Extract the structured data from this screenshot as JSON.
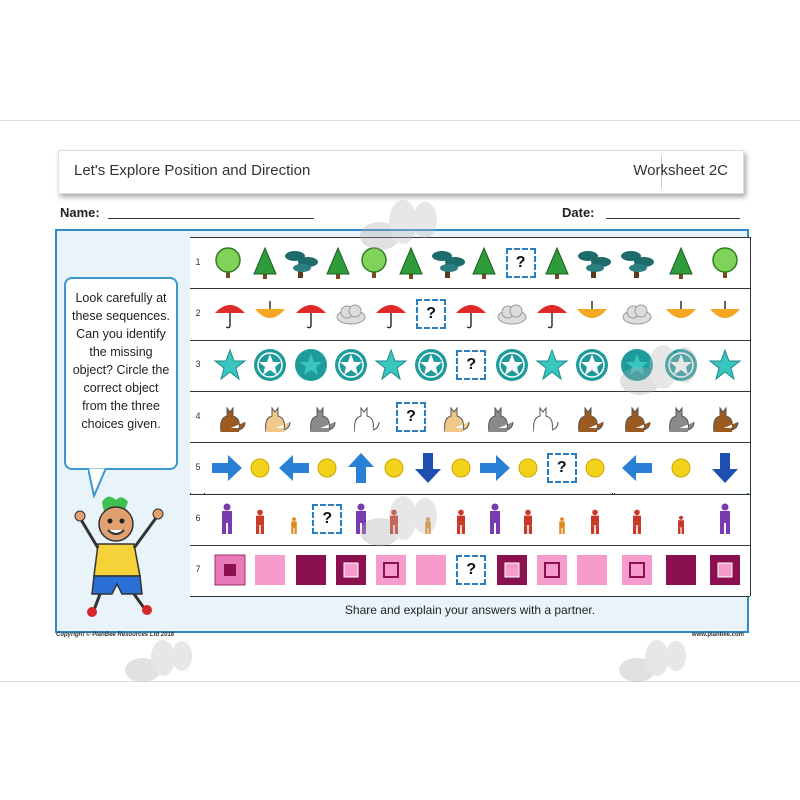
{
  "header": {
    "title": "Let's Explore Position and Direction",
    "worksheet": "Worksheet 2C"
  },
  "fields": {
    "name_label": "Name:",
    "date_label": "Date:"
  },
  "instructions": "Look carefully at these sequences. Can you identify the missing object? Circle the correct object from the three choices given.",
  "rows": [
    {
      "num": "1",
      "sequence": [
        "tree-round",
        "tree-pine",
        "bonsai",
        "tree-pine",
        "tree-round",
        "tree-pine",
        "bonsai",
        "tree-pine",
        "?",
        "tree-pine",
        "bonsai"
      ],
      "choices": [
        "bonsai",
        "tree-pine",
        "tree-round"
      ]
    },
    {
      "num": "2",
      "sequence": [
        "umbrella-red",
        "umbrella-orange",
        "umbrella-red",
        "cloud",
        "umbrella-red",
        "?",
        "umbrella-red",
        "cloud",
        "umbrella-red",
        "umbrella-orange"
      ],
      "choices": [
        "cloud",
        "umbrella-orange",
        "umbrella-orange"
      ]
    },
    {
      "num": "3",
      "sequence": [
        "star",
        "star-circle",
        "star-circle-teal",
        "star-circle",
        "star",
        "star-circle",
        "?",
        "star-circle",
        "star",
        "star-circle"
      ],
      "choices": [
        "star-circle-teal",
        "star-circle",
        "star"
      ]
    },
    {
      "num": "4",
      "sequence": [
        "cat-brown",
        "cat-tan",
        "cat-grey",
        "cat-white",
        "?",
        "cat-tan",
        "cat-grey",
        "cat-white",
        "cat-brown"
      ],
      "choices": [
        "cat-brown",
        "cat-grey",
        "cat-brown"
      ]
    },
    {
      "num": "5",
      "sequence": [
        "arrow-right",
        "dot",
        "arrow-left",
        "dot",
        "arrow-up",
        "dot",
        "arrow-down",
        "dot",
        "arrow-right",
        "dot",
        "?",
        "dot"
      ],
      "choices": [
        "arrow-left",
        "dot",
        "arrow-down"
      ]
    },
    {
      "num": "6",
      "sequence": [
        "person-purple",
        "person-red",
        "person-orange",
        "?",
        "person-purple",
        "person-red",
        "person-orange",
        "person-red",
        "person-purple",
        "person-red",
        "person-orange",
        "person-red"
      ],
      "choices": [
        "person-red",
        "person-red-small",
        "person-purple"
      ]
    },
    {
      "num": "7",
      "sequence": [
        "sq-magenta-inner",
        "sq-pink",
        "sq-maroon",
        "sq-maroon-inner",
        "sq-pink-inner",
        "sq-pink",
        "?",
        "sq-maroon-inner",
        "sq-pink-inner",
        "sq-pink"
      ],
      "choices": [
        "sq-pink-inner",
        "sq-maroon",
        "sq-maroon-inner"
      ]
    }
  ],
  "question_mark": "?",
  "footer": {
    "share": "Share and explain your answers with a partner.",
    "copyright": "Copyright © PlanBee Resources Ltd 2018",
    "website": "www.planbee.com"
  },
  "colors": {
    "frame": "#2f8bc3",
    "qbox": "#2a7fc0",
    "background": "#e9f3fa"
  }
}
